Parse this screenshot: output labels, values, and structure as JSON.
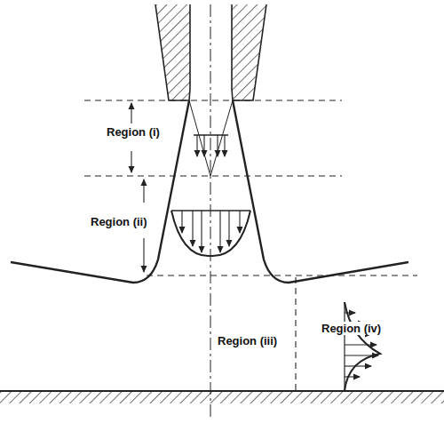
{
  "diagram": {
    "labels": [
      "Region (i)",
      "Region (ii)",
      "Region (iii)",
      "Region (iv)"
    ]
  }
}
